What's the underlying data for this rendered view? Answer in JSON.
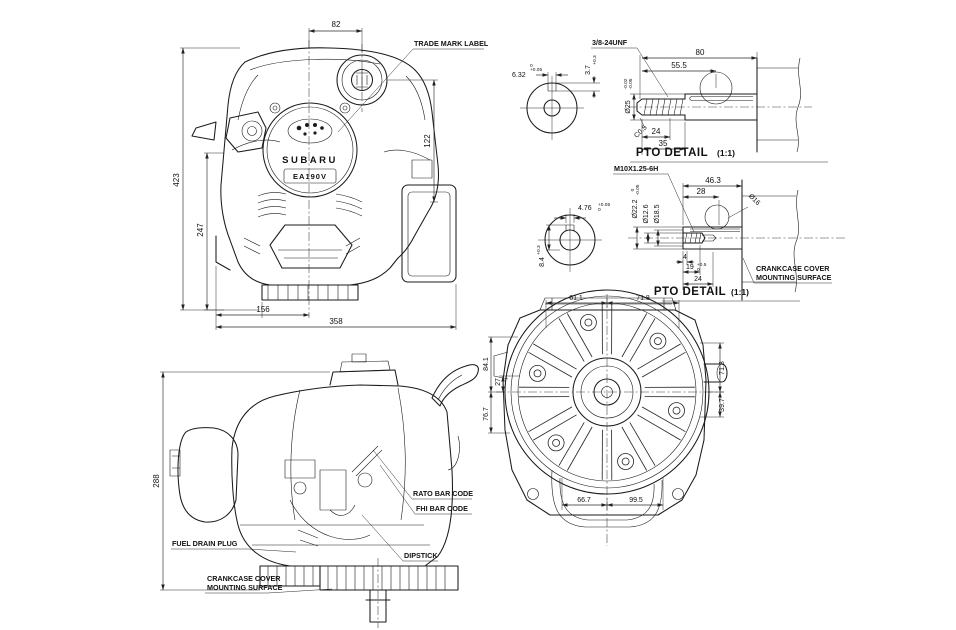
{
  "sheet": {
    "background": "#ffffff"
  },
  "colors": {
    "line": "#1b1b1b",
    "red_dim": "#8b1a1a"
  },
  "front_view": {
    "trade_mark_label": "TRADE MARK LABEL",
    "brand": "SUBARU",
    "model": "EA190V",
    "dim_top": "82",
    "dim_right": "122",
    "dim_left_outer": "423",
    "dim_left_inner": "247",
    "dim_bottom_inner": "156",
    "dim_bottom_outer": "358"
  },
  "pto_upper": {
    "title": "PTO DETAIL",
    "scale": "(1:1)",
    "thread": "3/8-24UNF",
    "dim_total_length": "80",
    "dim_key_length": "55.5",
    "dim_shaft_dia": "Ø25",
    "shaft_dia_tol_u": "-0.02",
    "shaft_dia_tol_l": "-0.05",
    "dim_key_width": "6.32",
    "key_width_tol_u": "+0.05",
    "key_width_tol_l": "0",
    "dim_key_depth": "3.7",
    "key_depth_tol_u": "+0.3",
    "key_depth_tol_l": "0",
    "chamfer": "C0.5",
    "dim_thread_length": "24",
    "dim_shoulder": "35"
  },
  "pto_lower": {
    "title": "PTO DETAIL",
    "scale": "(1:1)",
    "thread": "M10X1.25-6H",
    "dim_total": "46.3",
    "dim_red": "28",
    "dim_boss_dia": "Ø16",
    "dim_shaft_dia": "Ø22.2",
    "shaft_dia_tol_u": "0",
    "shaft_dia_tol_l": "-0.05",
    "dim_bore_dia": "Ø12.6",
    "dim_seal_dia": "Ø18.5",
    "dim_key_width": "4.76",
    "key_width_tol_u": "+0.05",
    "key_width_tol_l": "0",
    "dim_key_depth": "8.4",
    "key_depth_tol_u": "+0.3",
    "key_depth_tol_l": "0",
    "dim_step": "4",
    "dim_thread_depth": "19",
    "thread_depth_tol_u": "+0.5",
    "thread_depth_tol_l": "0",
    "dim_pilot_depth": "24",
    "crankcase_line1": "CRANKCASE COVER",
    "crankcase_line2": "MOUNTING SURFACE"
  },
  "side_view": {
    "dim_height": "288",
    "label_fuel_drain": "FUEL DRAIN PLUG",
    "label_rato_barcode": "RATO BAR CODE",
    "label_fhi_barcode": "FHI BAR CODE",
    "label_dipstick": "DIPSTICK",
    "crankcase_line1": "CRANKCASE COVER",
    "crankcase_line2": "MOUNTING SURFACE"
  },
  "bottom_view": {
    "dim_top_left": "61.1",
    "dim_top_right": "71.8",
    "dim_left_outer": "84.1",
    "dim_left_inner": "27",
    "dim_left_lower": "76.7",
    "dim_right_upper": "71.8",
    "dim_right_lower": "39.7",
    "dim_bottom_left": "66.7",
    "dim_bottom_right": "99.5"
  }
}
